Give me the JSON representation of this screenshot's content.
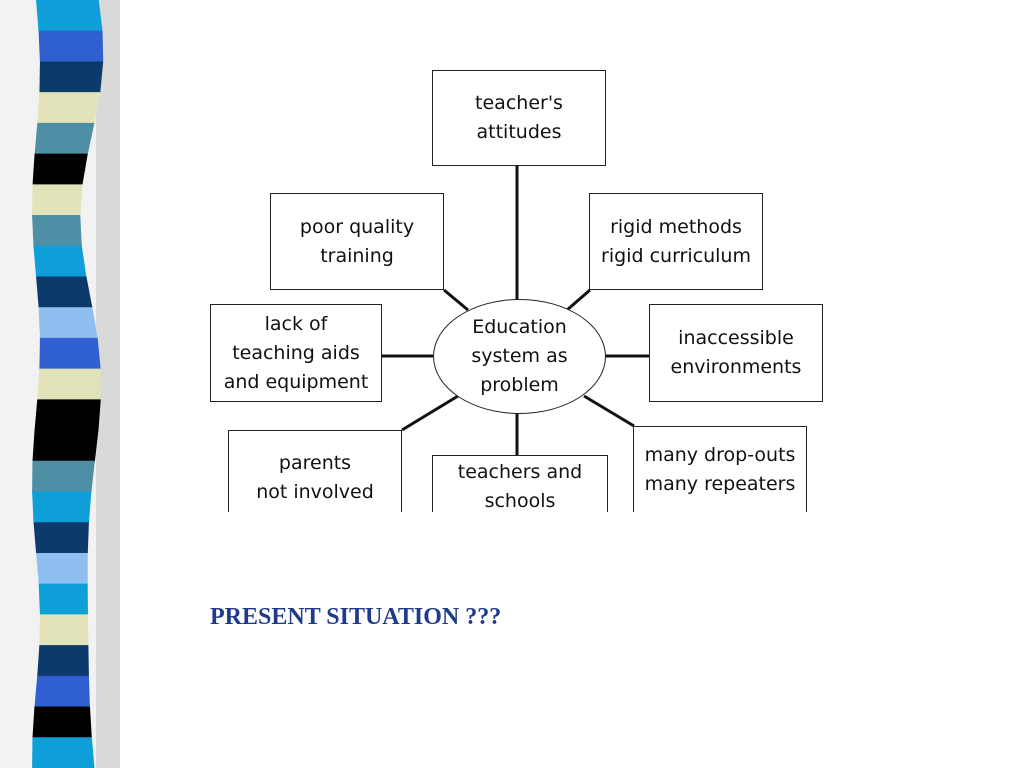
{
  "slide": {
    "caption": "PRESENT SITUATION ???",
    "caption_color": "#1f3a8a",
    "strip_colors": [
      "#0e9fd8",
      "#2f5fd0",
      "#0b3a6b",
      "#e2e3b8",
      "#4f8fa6",
      "#000000",
      "#8fbff0"
    ]
  },
  "diagram": {
    "center": "Education\nsystem as\nproblem",
    "nodes": {
      "teachers_attitudes": "teacher's\nattitudes",
      "rigid_methods": "rigid methods\nrigid curriculum",
      "inaccessible_environments": "inaccessible\nenvironments",
      "drop_outs": "many drop-outs\nmany repeaters",
      "teachers_schools": "teachers and\nschools",
      "parents": "parents\nnot involved",
      "teaching_aids": "lack of\nteaching aids\nand equipment",
      "poor_training": "poor quality\ntraining"
    }
  }
}
